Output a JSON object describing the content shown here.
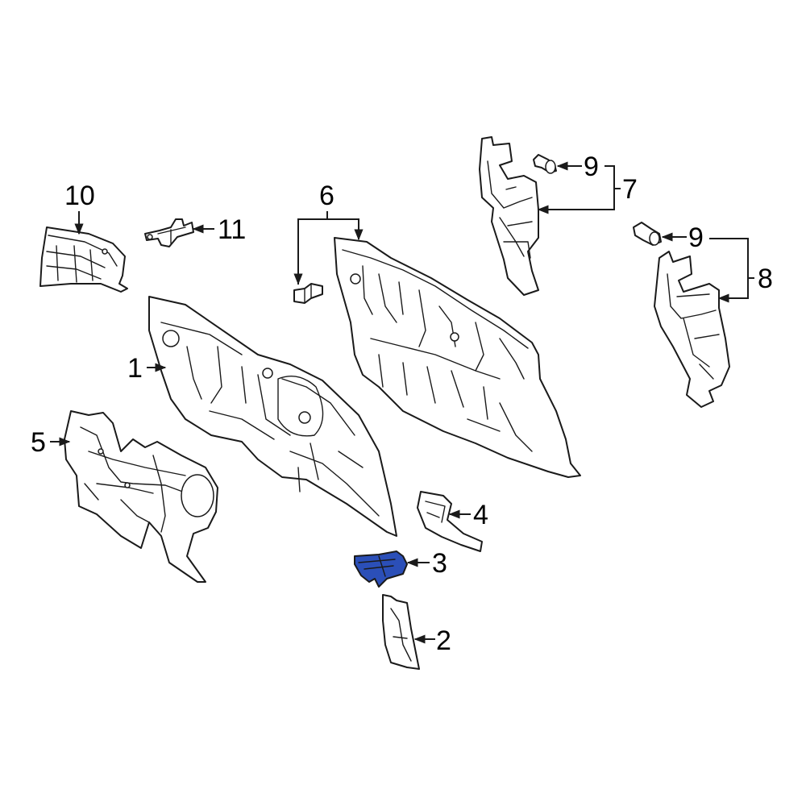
{
  "diagram": {
    "highlight_color": "#2b4fb8",
    "highlighted_part": "3",
    "callouts": {
      "c1": "1",
      "c2": "2",
      "c3": "3",
      "c4": "4",
      "c5": "5",
      "c6": "6",
      "c7": "7",
      "c8": "8",
      "c9a": "9",
      "c9b": "9",
      "c10": "10",
      "c11": "11"
    }
  }
}
